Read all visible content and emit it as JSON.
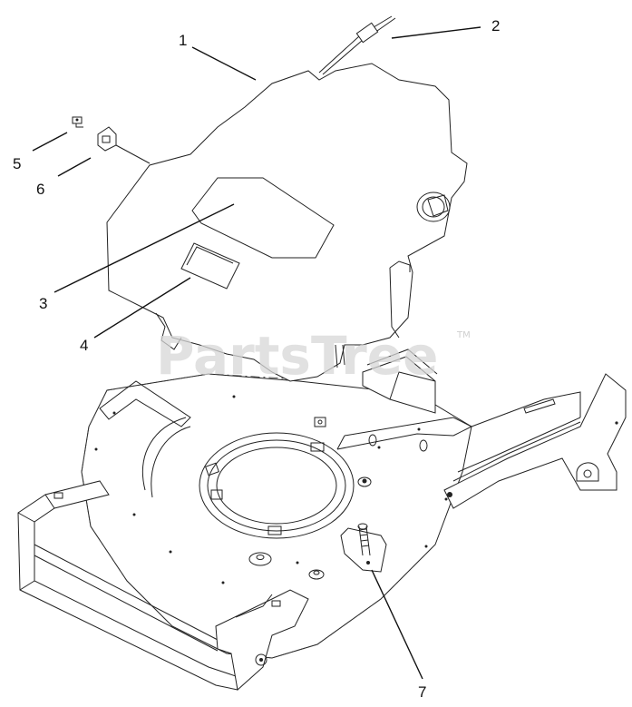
{
  "watermark": {
    "text": "PartsTree",
    "trademark": "TM"
  },
  "callouts": [
    {
      "id": "1",
      "label": "1"
    },
    {
      "id": "2",
      "label": "2"
    },
    {
      "id": "3",
      "label": "3"
    },
    {
      "id": "4",
      "label": "4"
    },
    {
      "id": "5",
      "label": "5"
    },
    {
      "id": "6",
      "label": "6"
    },
    {
      "id": "7",
      "label": "7"
    }
  ],
  "colors": {
    "line": "#222222",
    "watermark": "#d7d7d7",
    "background": "#ffffff"
  }
}
